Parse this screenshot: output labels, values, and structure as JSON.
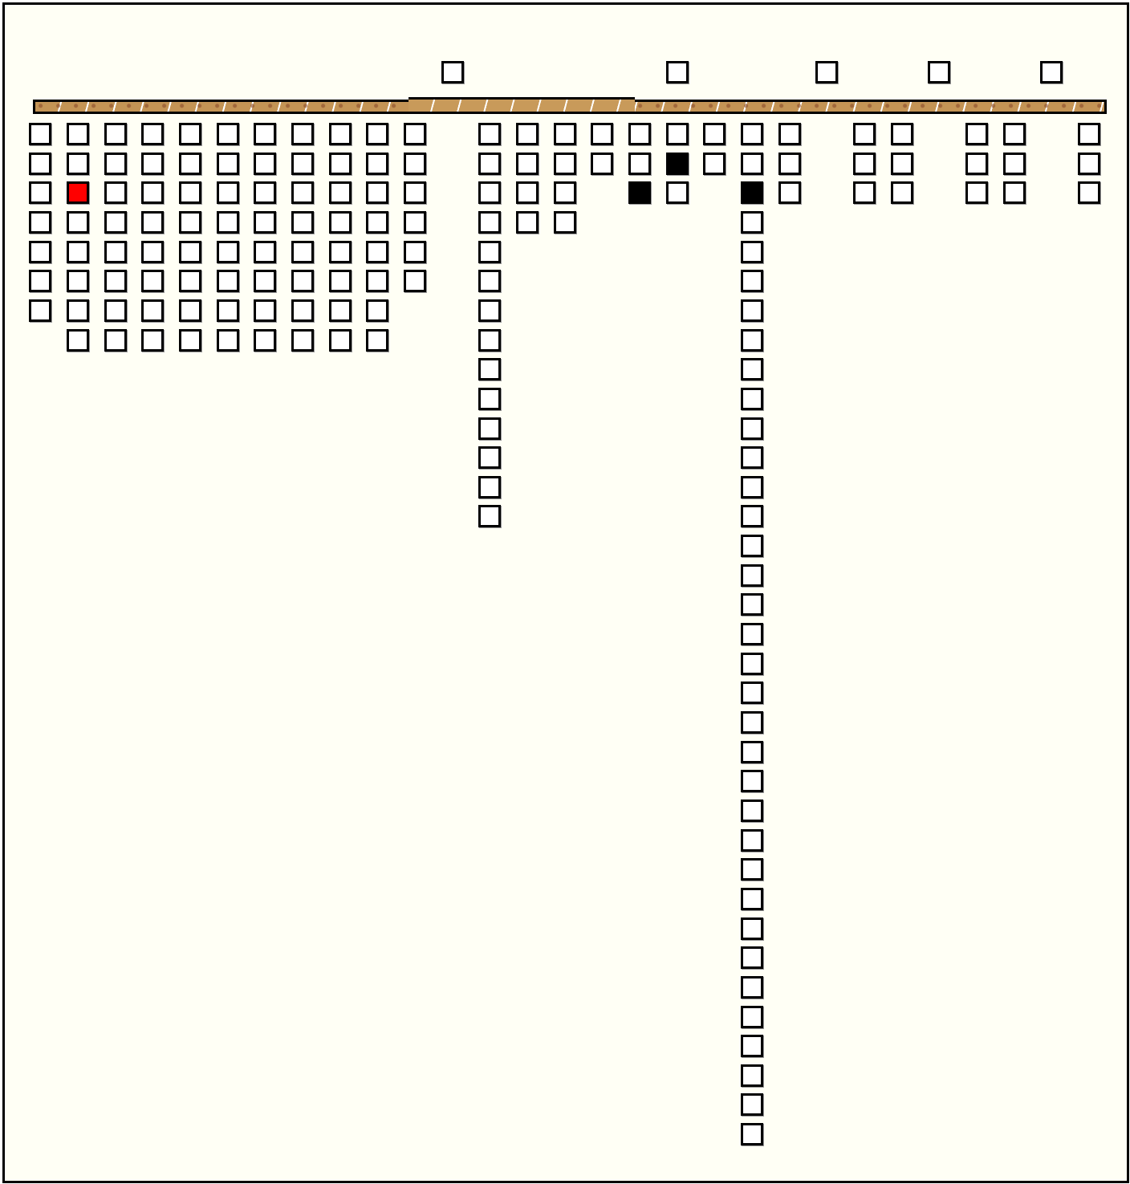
{
  "board": {
    "colors": {
      "background": "#fffff5",
      "cell": "#ffffff",
      "marked_red": "#ff0000",
      "marked_black": "#000000",
      "bar": "#c49455"
    },
    "top_row": [
      {
        "group": "a",
        "index": 0
      },
      {
        "group": "b",
        "index": 0
      },
      {
        "group": "c",
        "index": 0
      },
      {
        "group": "d",
        "index": 0
      },
      {
        "group": "e",
        "index": 0
      }
    ],
    "columns": [
      {
        "rows": 7
      },
      {
        "rows": 8,
        "red": [
          2
        ]
      },
      {
        "rows": 8
      },
      {
        "rows": 8
      },
      {
        "rows": 8
      },
      {
        "rows": 8
      },
      {
        "rows": 8
      },
      {
        "rows": 8
      },
      {
        "rows": 8
      },
      {
        "rows": 8
      },
      {
        "rows": 6
      },
      {
        "rows": 14
      },
      {
        "rows": 4
      },
      {
        "rows": 4
      },
      {
        "rows": 2
      },
      {
        "rows": 3,
        "black": [
          2
        ]
      },
      {
        "rows": 3,
        "black": [
          1
        ]
      },
      {
        "rows": 2
      },
      {
        "rows": 35,
        "black": [
          2
        ]
      },
      {
        "rows": 3
      },
      {
        "rows": 3
      },
      {
        "rows": 3
      },
      {
        "rows": 3
      },
      {
        "rows": 3
      },
      {
        "rows": 3
      }
    ]
  }
}
